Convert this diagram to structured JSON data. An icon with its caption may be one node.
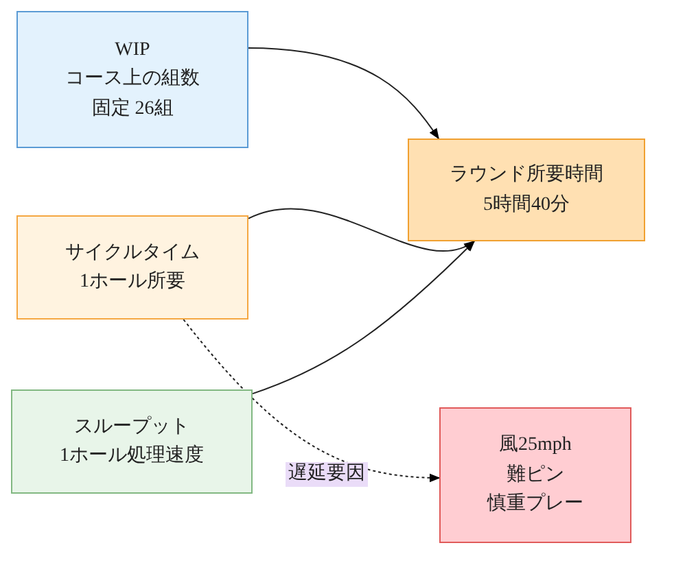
{
  "diagram": {
    "nodes": [
      {
        "text": [
          "WIP",
          "コース上の組数",
          "固定 26組"
        ]
      },
      {
        "text": [
          "サイクルタイム",
          "1ホール所要"
        ]
      },
      {
        "text": [
          "スループット",
          "1ホール処理速度"
        ]
      },
      {
        "text": [
          "ラウンド所要時間",
          "5時間40分"
        ]
      },
      {
        "text": [
          "風25mph",
          "難ピン",
          "慎重プレー"
        ]
      }
    ],
    "edges": [
      {
        "from": 0,
        "to": 3,
        "arrow": "to"
      },
      {
        "from": 1,
        "to": 3,
        "arrow": "to"
      },
      {
        "from": 2,
        "to": 3,
        "arrow": "to"
      },
      {
        "from": 1,
        "to": 4,
        "arrow": "to",
        "label": "遅延要因",
        "style": "dashed"
      }
    ]
  }
}
